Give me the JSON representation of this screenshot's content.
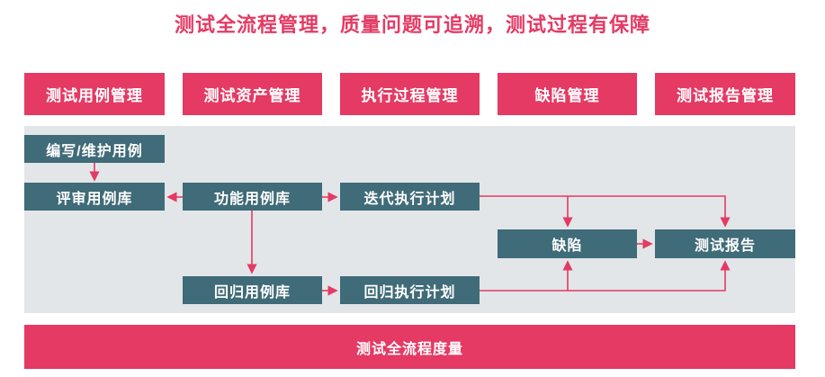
{
  "title": "测试全流程管理，质量问题可追溯，测试过程有保障",
  "pillars": [
    "测试用例管理",
    "测试资产管理",
    "执行过程管理",
    "缺陷管理",
    "测试报告管理"
  ],
  "nodes": {
    "write_maintain": "编写/维护用例",
    "review_lib": "评审用例库",
    "functional_lib": "功能用例库",
    "iteration_plan": "迭代执行计划",
    "defect": "缺陷",
    "test_report": "测试报告",
    "regression_lib": "回归用例库",
    "regression_plan": "回归执行计划"
  },
  "footer": "测试全流程度量",
  "edges": [
    {
      "from": "编写/维护用例",
      "to": "评审用例库"
    },
    {
      "from": "功能用例库",
      "to": "评审用例库"
    },
    {
      "from": "功能用例库",
      "to": "迭代执行计划"
    },
    {
      "from": "功能用例库",
      "to": "回归用例库"
    },
    {
      "from": "回归用例库",
      "to": "回归执行计划"
    },
    {
      "from": "迭代执行计划",
      "to": "缺陷"
    },
    {
      "from": "迭代执行计划",
      "to": "测试报告"
    },
    {
      "from": "缺陷",
      "to": "测试报告"
    },
    {
      "from": "回归执行计划",
      "to": "缺陷"
    },
    {
      "from": "回归执行计划",
      "to": "测试报告"
    }
  ],
  "colors": {
    "accent_pink": "#e43a64",
    "node_teal": "#406b78",
    "canvas_gray": "#e2e6e8",
    "text_white": "#ffffff"
  }
}
